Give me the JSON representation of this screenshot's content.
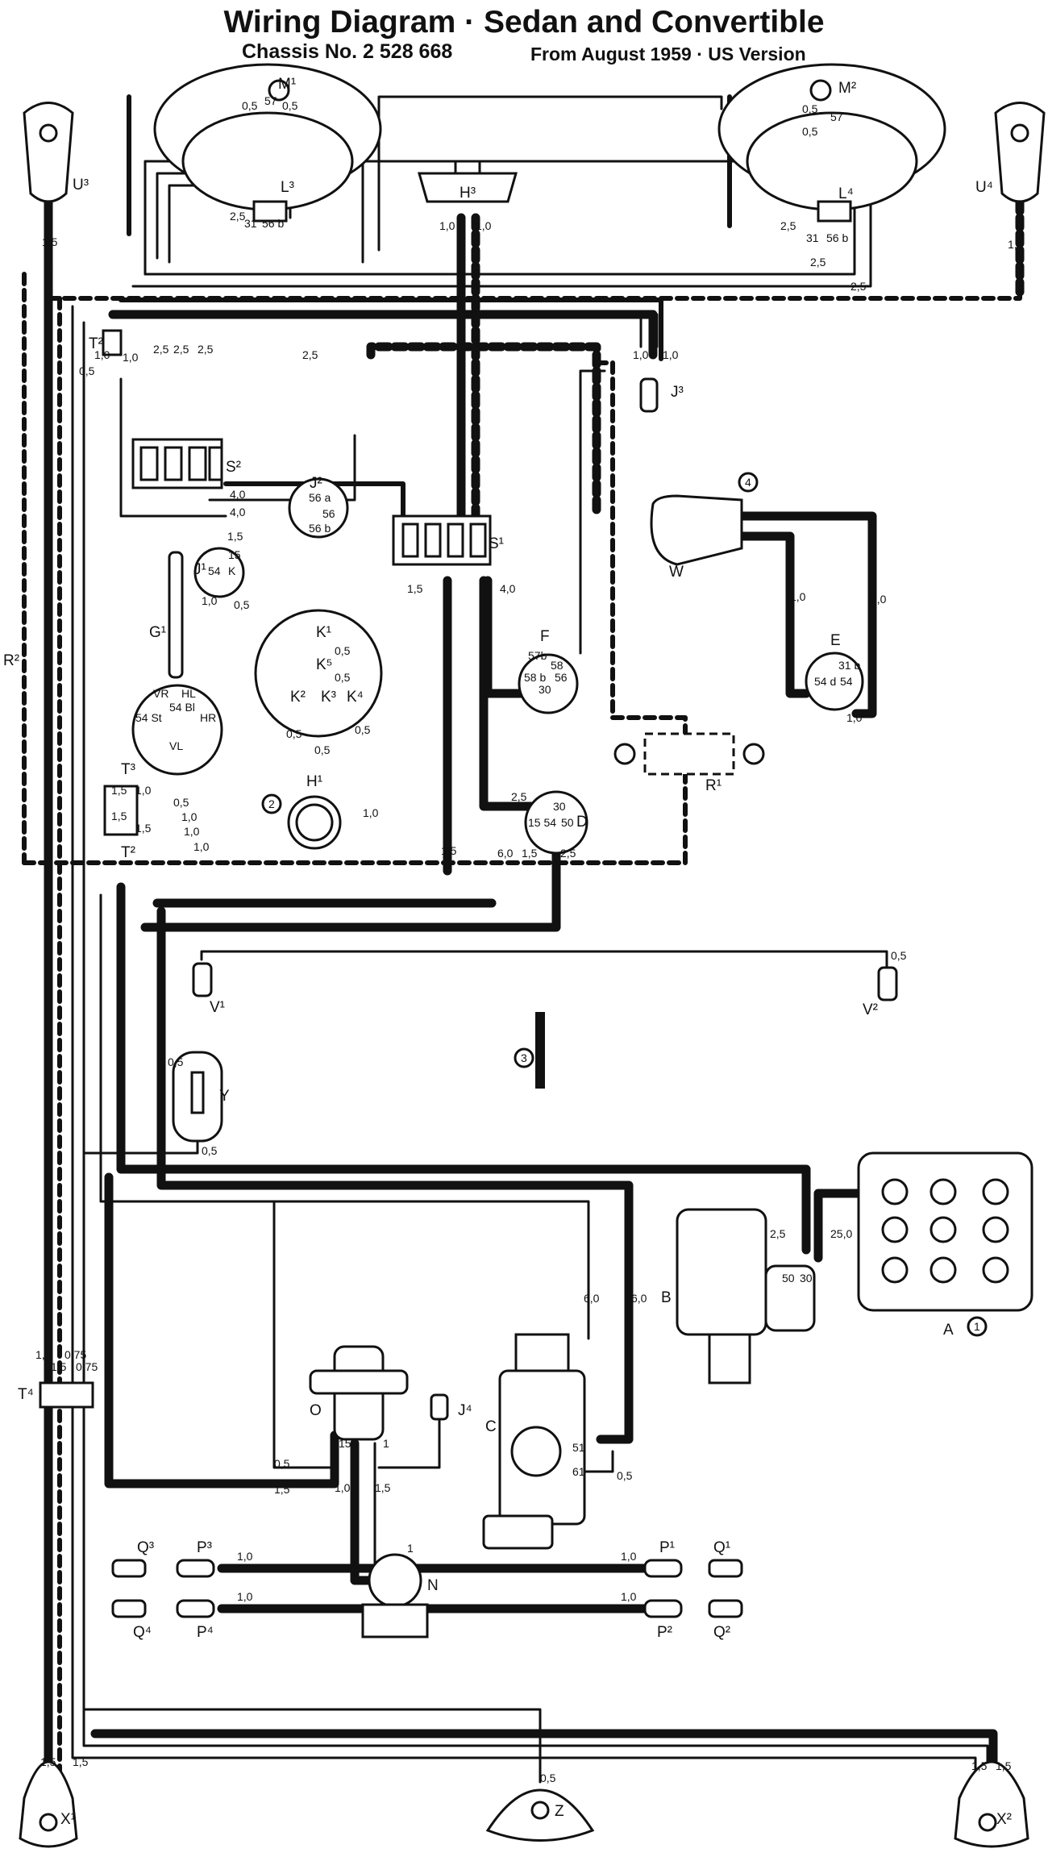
{
  "header": {
    "title": "Wiring Diagram · Sedan and Convertible",
    "chassis": "Chassis No. 2 528 668",
    "period": "From August 1959 · US Version"
  },
  "labels": {
    "M1": "M¹",
    "M2": "M²",
    "L3": "L³",
    "L4": "L⁴",
    "U3": "U³",
    "U4": "U⁴",
    "H3": "H³",
    "J3": "J³",
    "T2": "T²",
    "S2": "S²",
    "J2": "J²",
    "S1": "S¹",
    "W": "W",
    "J1": "J¹",
    "G1": "G¹",
    "K1": "K¹",
    "K5": "K⁵",
    "K2": "K²",
    "K3": "K³",
    "K4": "K⁴",
    "F": "F",
    "E": "E",
    "R2": "R²",
    "R1": "R¹",
    "T3": "T³",
    "H1": "H¹",
    "D": "D",
    "V1": "V¹",
    "V2": "V²",
    "Y": "Y",
    "A": "A",
    "B": "B",
    "C": "C",
    "O": "O",
    "J4": "J⁴",
    "T4": "T⁴",
    "N": "N",
    "Q1": "Q¹",
    "Q2": "Q²",
    "Q3": "Q³",
    "Q4": "Q⁴",
    "P1": "P¹",
    "P2": "P²",
    "P3": "P³",
    "P4": "P⁴",
    "X1": "X¹",
    "X2": "X²",
    "Z": "Z"
  },
  "terminals": {
    "t54": "54",
    "t15": "15",
    "tK": "K",
    "t30": "30",
    "t50": "50",
    "t51": "51",
    "t61": "61",
    "t31": "31",
    "t56": "56",
    "t56a": "56 a",
    "t56b": "56 b",
    "t57": "57",
    "t58": "58",
    "t58b": "58 b",
    "t57b": "57b",
    "t31b": "31 b",
    "t54d": "54 d",
    "tVR": "VR",
    "tHL": "HL",
    "tHR": "HR",
    "tVL": "VL",
    "t54St": "54 St",
    "t54Bl": "54 Bl",
    "t1": "1",
    "t15_54": "15 54"
  },
  "wire_sizes": {
    "w05": "0,5",
    "w10": "1,0",
    "w15": "1,5",
    "w25": "2,5",
    "w40": "4,0",
    "w60": "6,0",
    "w075": "0,75",
    "w250": "25,0"
  },
  "callouts": {
    "c1": "1",
    "c2": "2",
    "c3": "3",
    "c4": "4"
  }
}
